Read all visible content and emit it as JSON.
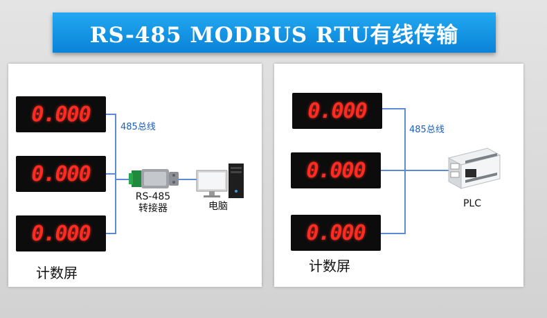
{
  "banner": {
    "title": "RS-485 MODBUS RTU有线传输"
  },
  "left_panel": {
    "displays": [
      "0.000",
      "0.000",
      "0.000"
    ],
    "bus_label": "485总线",
    "converter_label_line1": "RS-485",
    "converter_label_line2": "转接器",
    "computer_label": "电脑",
    "caption": "计数屏"
  },
  "right_panel": {
    "displays": [
      "0.000",
      "0.000",
      "0.000"
    ],
    "bus_label": "485总线",
    "plc_label": "PLC",
    "caption": "计数屏"
  },
  "colors": {
    "banner": "#0a83d9",
    "bus_line": "#5b8bd6",
    "segment_red": "#ff2a22"
  }
}
